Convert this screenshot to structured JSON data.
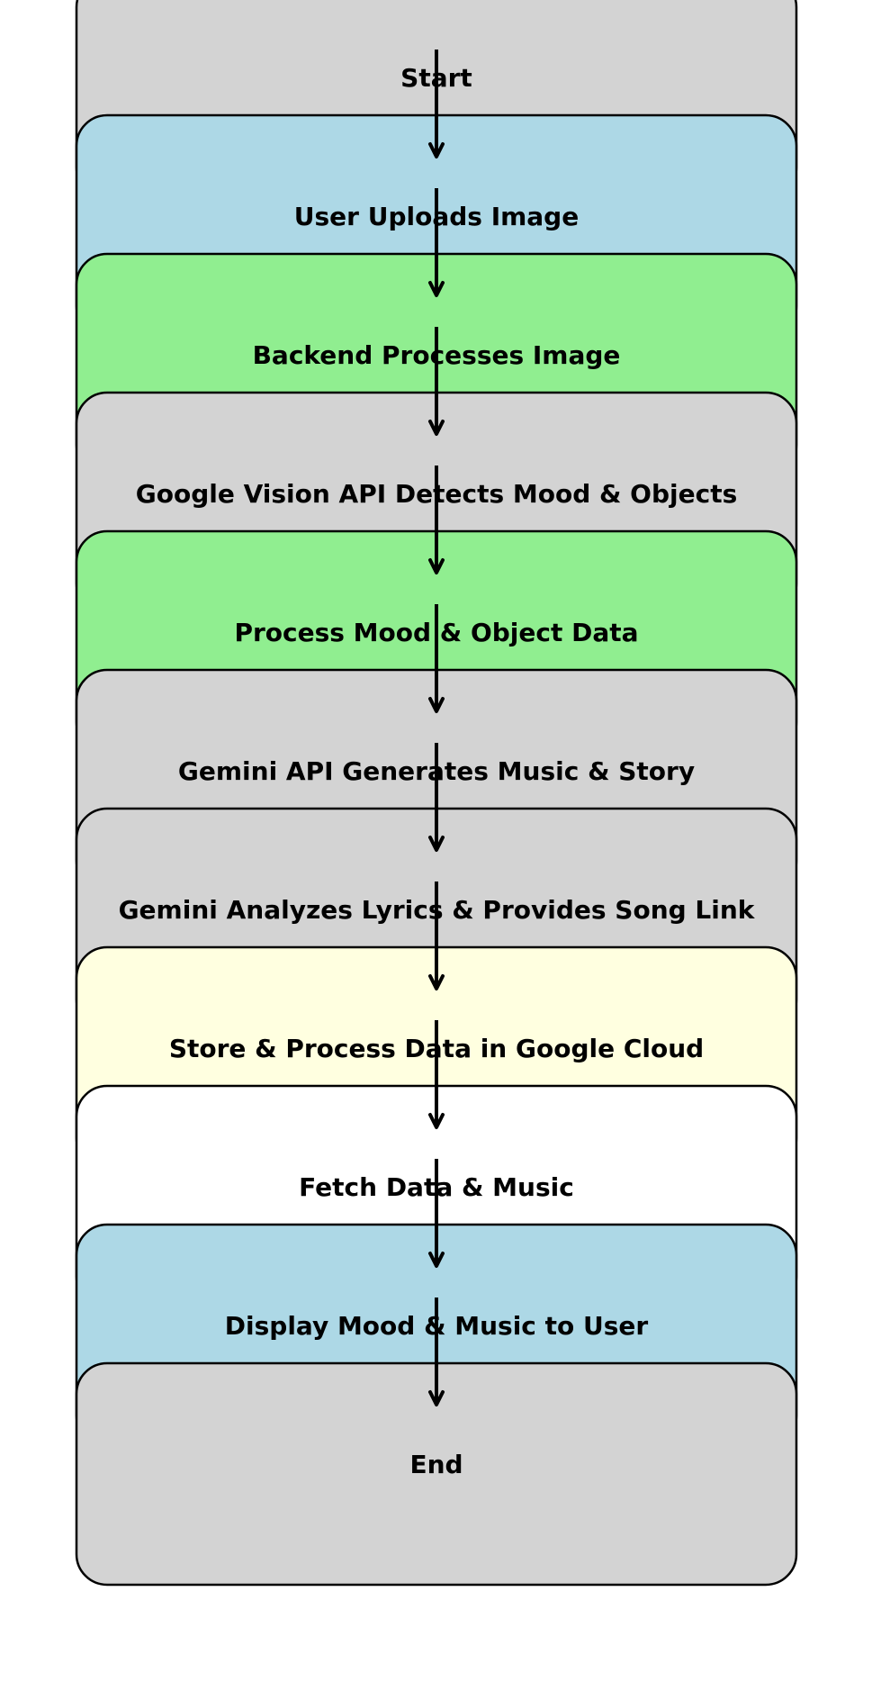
{
  "flowchart": {
    "nodes": [
      {
        "id": "start",
        "label": "Start",
        "color": "#d3d3d3"
      },
      {
        "id": "upload",
        "label": "User Uploads Image",
        "color": "#add8e6"
      },
      {
        "id": "backend",
        "label": "Backend Processes Image",
        "color": "#90ee90"
      },
      {
        "id": "vision",
        "label": "Google Vision API Detects Mood & Objects",
        "color": "#d3d3d3"
      },
      {
        "id": "process",
        "label": "Process Mood & Object Data",
        "color": "#90ee90"
      },
      {
        "id": "gemini-generate",
        "label": "Gemini API Generates Music & Story",
        "color": "#d3d3d3"
      },
      {
        "id": "gemini-analyze",
        "label": "Gemini Analyzes Lyrics & Provides Song Link",
        "color": "#d3d3d3"
      },
      {
        "id": "store",
        "label": "Store & Process Data in Google Cloud",
        "color": "#ffffe0"
      },
      {
        "id": "fetch",
        "label": "Fetch Data & Music",
        "color": "#ffffff"
      },
      {
        "id": "display",
        "label": "Display Mood & Music to User",
        "color": "#add8e6"
      },
      {
        "id": "end",
        "label": "End",
        "color": "#d3d3d3"
      }
    ],
    "edges": [
      {
        "from": "start",
        "to": "upload"
      },
      {
        "from": "upload",
        "to": "backend"
      },
      {
        "from": "backend",
        "to": "vision"
      },
      {
        "from": "vision",
        "to": "process"
      },
      {
        "from": "process",
        "to": "gemini-generate"
      },
      {
        "from": "gemini-generate",
        "to": "gemini-analyze"
      },
      {
        "from": "gemini-analyze",
        "to": "store"
      },
      {
        "from": "store",
        "to": "fetch"
      },
      {
        "from": "fetch",
        "to": "display"
      },
      {
        "from": "display",
        "to": "end"
      }
    ],
    "stroke_color": "#000000"
  }
}
